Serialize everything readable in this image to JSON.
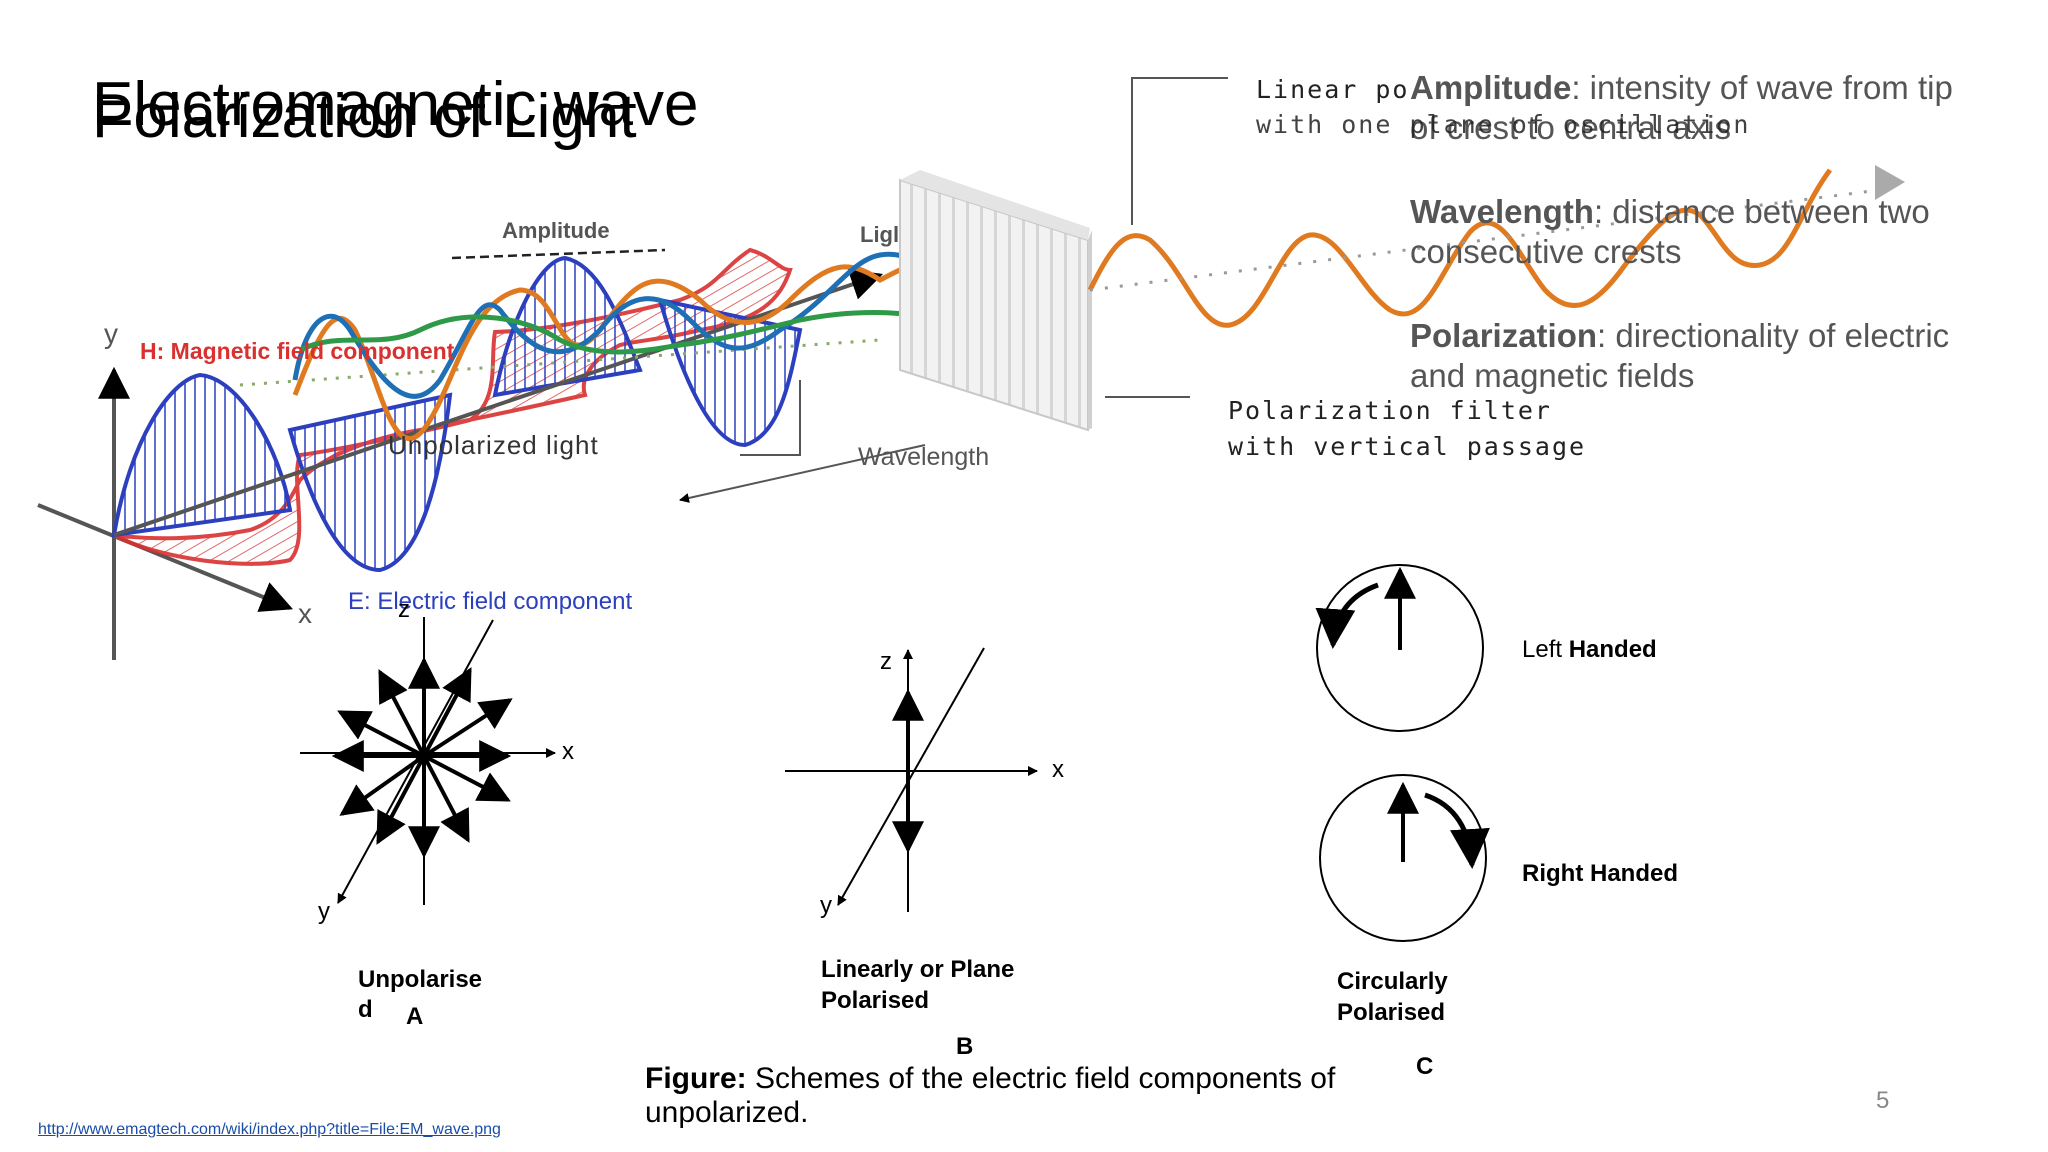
{
  "slide": {
    "title_back": "Electromagnetic wave",
    "title_front": "Polarization of Light",
    "page_number": "5"
  },
  "definitions": [
    {
      "term": "Amplitude",
      "desc": ": intensity of wave from tip",
      "desc2": "of crest to central axis"
    },
    {
      "term": "Wavelength",
      "desc": ": distance between two",
      "desc2": "consecutive crests"
    },
    {
      "term": "Polarization",
      "desc": ": directionality of electric",
      "desc2": "and magnetic fields"
    }
  ],
  "em_wave_figure": {
    "amplitude_label": "Amplitude",
    "light_label": "Ligl",
    "magnetic_label": "H: Magnetic field component",
    "unpolarized_label": "Unpolarized light",
    "wavelength_label": "Wavelength",
    "electric_label": "E: Electric field component",
    "axis_y": "y",
    "axis_x": "x",
    "linear_line1": "Linear po",
    "linear_line2": "with one plane of oscillation",
    "filter_line1": "Polarization filter",
    "filter_line2": "with vertical passage"
  },
  "diagrams": {
    "a": {
      "axis_z": "z",
      "axis_x": "x",
      "axis_y": "y",
      "label_line1": "Unpolarise",
      "label_line2": "d",
      "letter": "A"
    },
    "b": {
      "axis_z": "z",
      "axis_x": "x",
      "axis_y": "y",
      "label_line1": "Linearly or Plane",
      "label_line2": "Polarised",
      "letter": "B"
    },
    "c": {
      "label_line1": "Circularly",
      "label_line2": "Polarised",
      "letter": "C",
      "left_prefix": "Left ",
      "left_bold": "Handed",
      "right": "Right Handed"
    }
  },
  "caption": {
    "bold": "Figure:",
    "text": " Schemes of the electric field components of",
    "text2": "unpolarized."
  },
  "source_link": "http://www.emagtech.com/wiki/index.php?title=File:EM_wave.png",
  "colors": {
    "electric": "#2b3fbf",
    "magnetic": "#d93030",
    "orange_wave": "#e07a20",
    "blue_wave": "#1f6fb5",
    "green_wave": "#2e9a48"
  }
}
